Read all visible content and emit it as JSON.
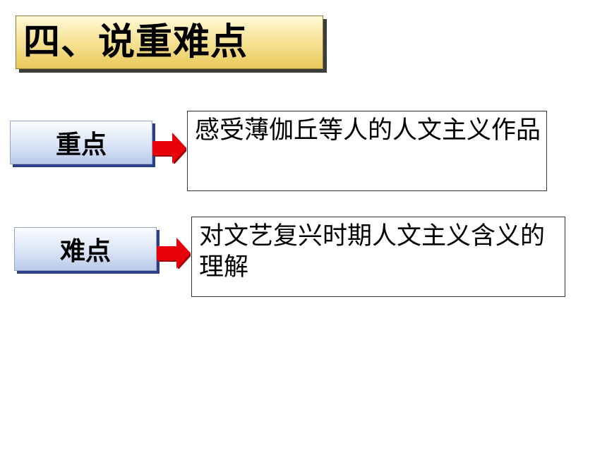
{
  "slide": {
    "title": "四、说重难点",
    "items": [
      {
        "label": "重点",
        "content": "感受薄伽丘等人的人文主义作品"
      },
      {
        "label": "难点",
        "content": "对文艺复兴时期人文主义含义的理解"
      }
    ]
  },
  "colors": {
    "title_gradient_top": "#fff9d8",
    "title_gradient_bottom": "#e9c95a",
    "label_gradient_top": "#fbfdff",
    "label_gradient_bottom": "#b9cbeb",
    "label_shadow": "#2b3e86",
    "arrow": "#e8000b"
  },
  "icons": [
    "right-arrow-icon"
  ]
}
